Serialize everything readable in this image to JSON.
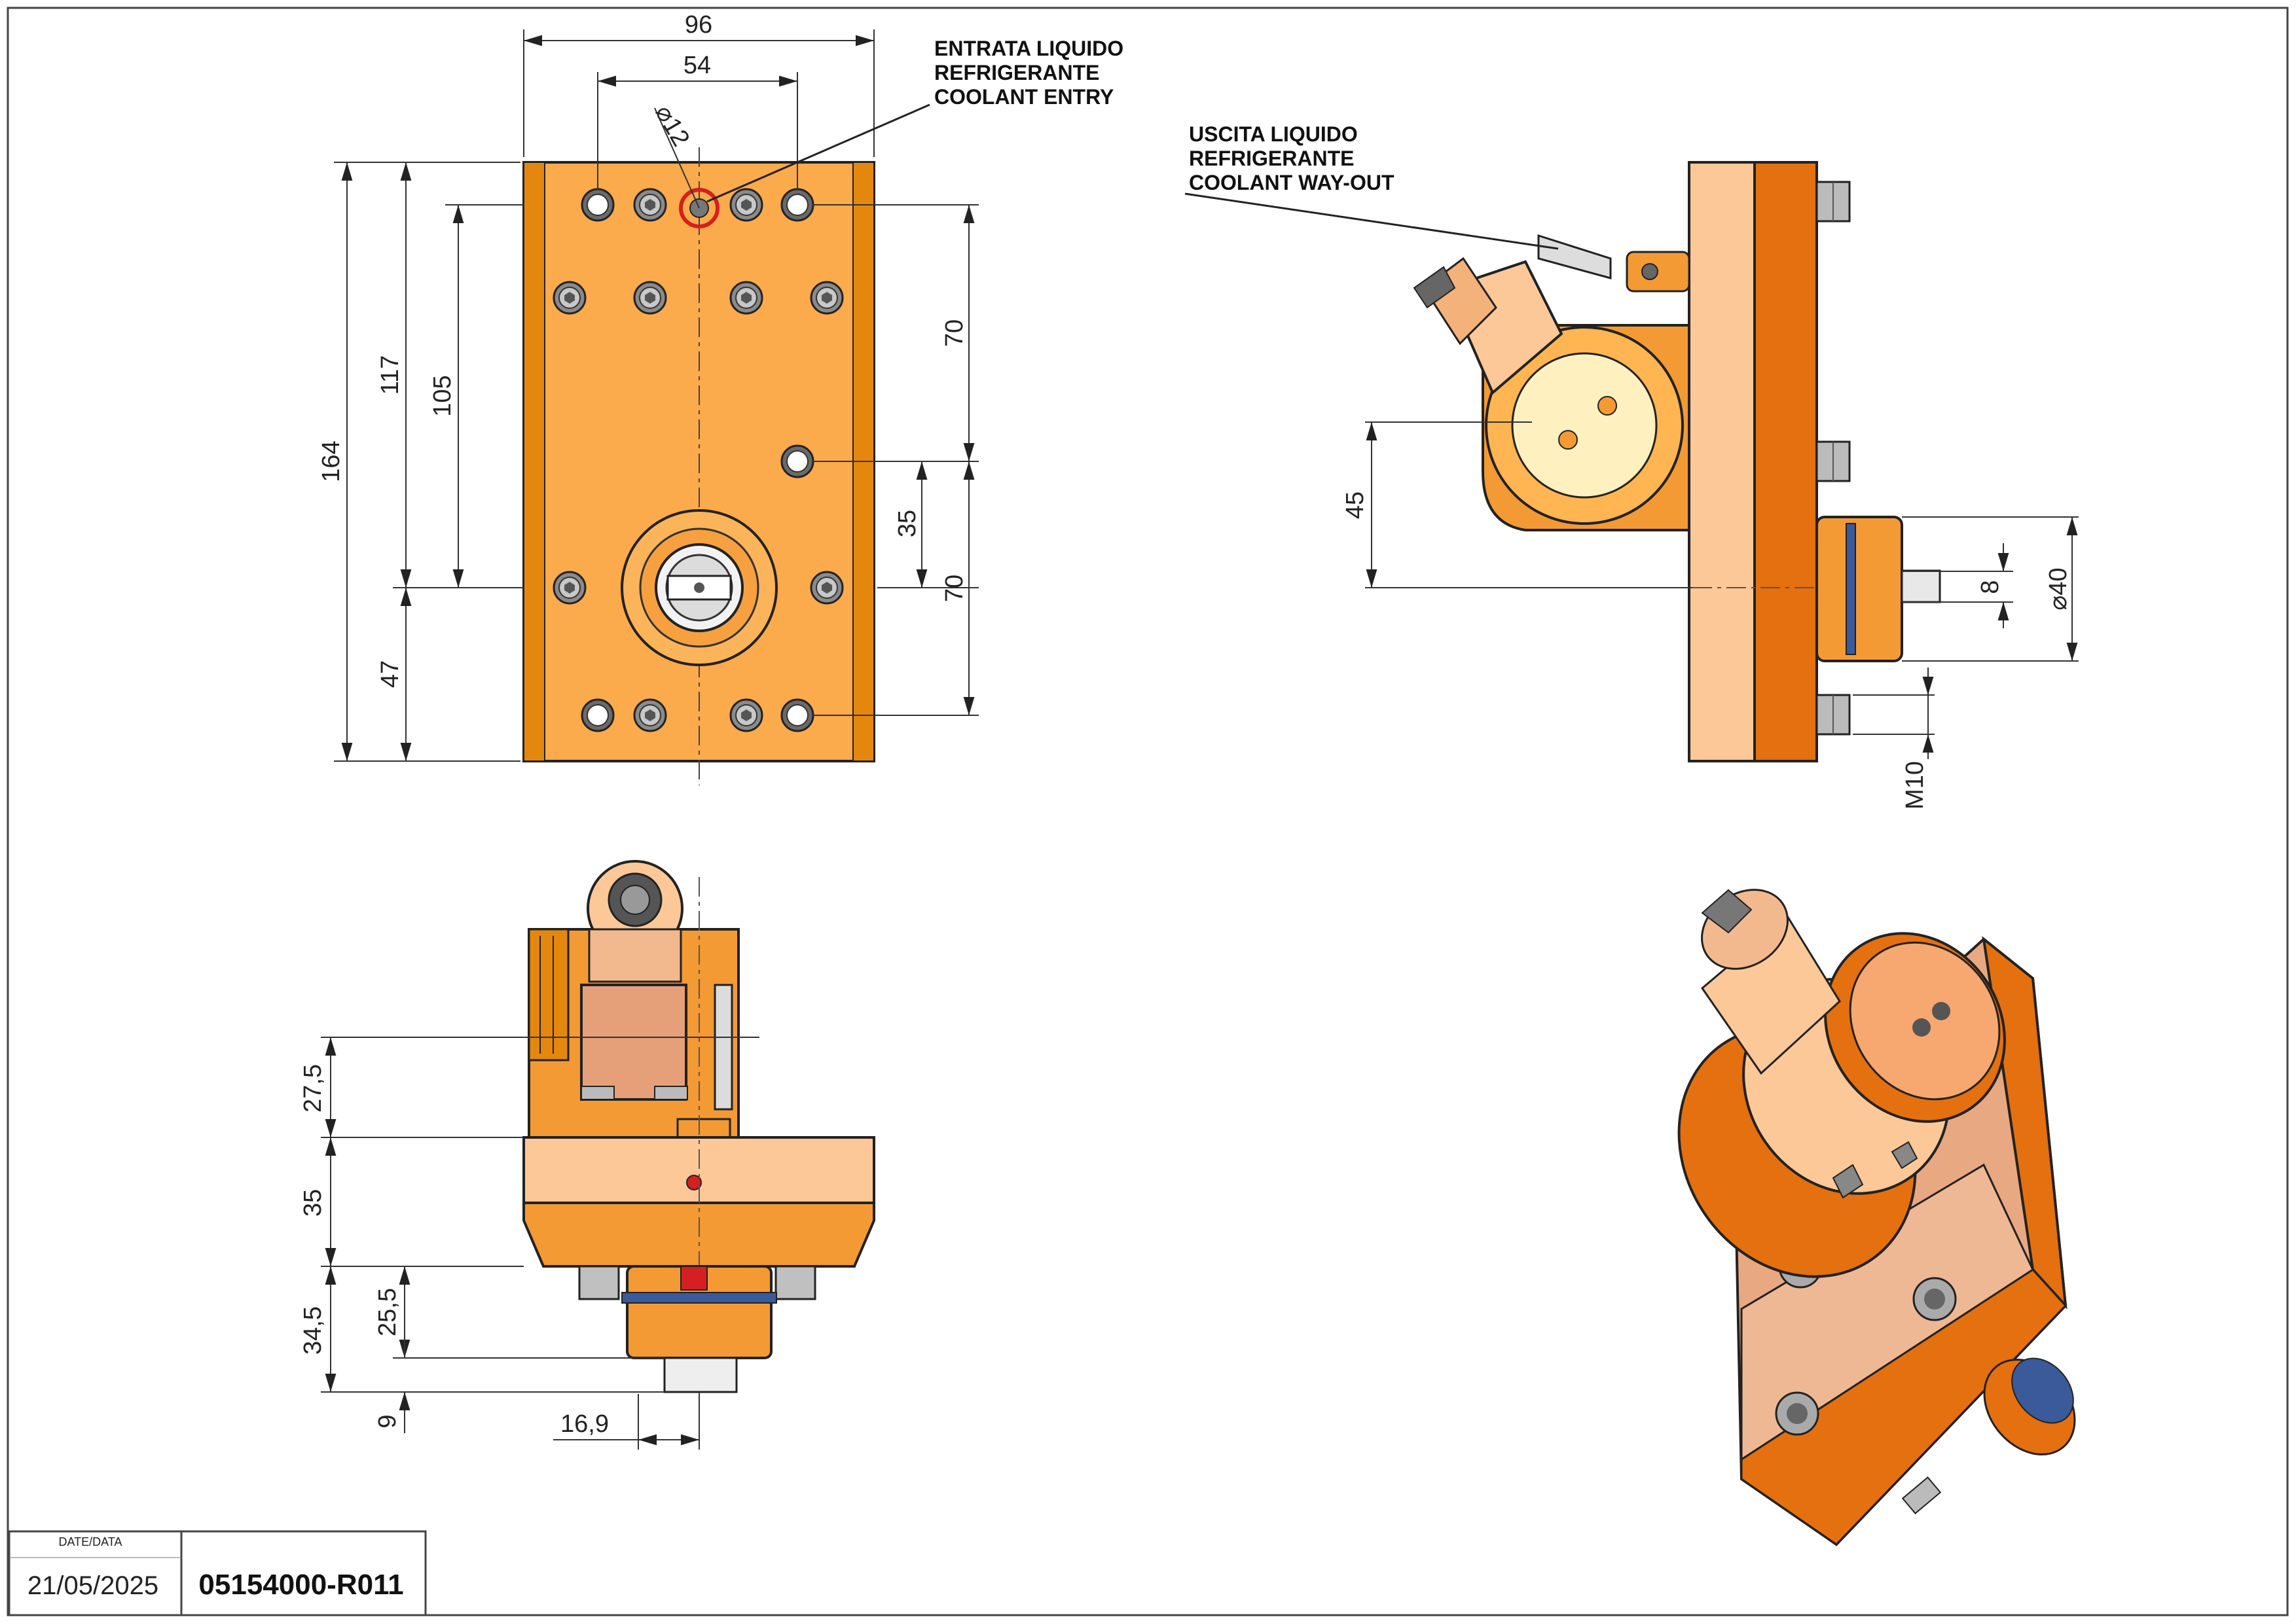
{
  "notes": {
    "coolant_entry": [
      "ENTRATA LIQUIDO",
      "REFRIGERANTE",
      "COOLANT ENTRY"
    ],
    "coolant_exit": [
      "USCITA LIQUIDO",
      "REFRIGERANTE",
      "COOLANT WAY-OUT"
    ]
  },
  "front_view": {
    "dims": {
      "width_total": "96",
      "width_holes": "54",
      "hole_diameter": "12",
      "height_total": "164",
      "height_117": "117",
      "height_105": "105",
      "height_47": "47",
      "right_70_top": "70",
      "right_35": "35",
      "right_70_bottom": "70"
    }
  },
  "side_view": {
    "dims": {
      "offset_45": "45",
      "shaft_8": "8",
      "diameter_40": "40",
      "thread": "M10"
    }
  },
  "bottom_view": {
    "dims": {
      "d_27_5": "27,5",
      "d_35": "35",
      "d_34_5": "34,5",
      "d_25_5": "25,5",
      "d_9": "9",
      "d_16_9": "16,9"
    }
  },
  "title_block": {
    "date_label": "DATE/DATA",
    "date": "21/05/2025",
    "code": "05154000-R011"
  },
  "colors": {
    "body_orange": "#FBAA4C",
    "dark_orange": "#E4700F",
    "light_peach": "#FCC898",
    "pale_face": "#FFF0C0",
    "ring_blue": "#3A5A9A",
    "bolt_gray": "#9A9A9A",
    "coolant_red": "#D42020"
  }
}
